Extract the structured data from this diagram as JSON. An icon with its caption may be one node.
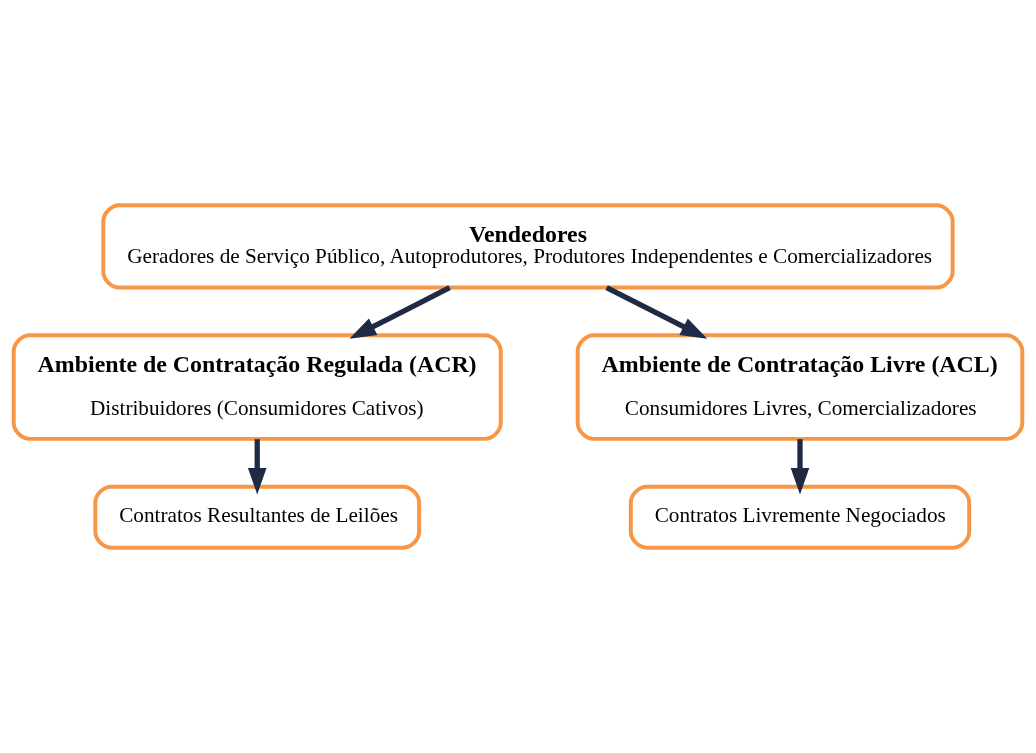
{
  "diagram": {
    "nodes": [
      {
        "text": [
          "Vendedores",
          "Geradores de Serviço Público, Autoprodutores, Produtores Independentes e Comercializadores"
        ]
      },
      {
        "text": [
          "Ambiente de Contratação Regulada (ACR)",
          "Distribuidores (Consumidores Cativos)"
        ]
      },
      {
        "text": [
          "Ambiente de Contratação Livre (ACL)",
          "Consumidores Livres, Comercializadores"
        ]
      },
      {
        "text": [
          "Contratos Resultantes de Leilões"
        ]
      },
      {
        "text": [
          "Contratos Livremente Negociados"
        ]
      }
    ],
    "edges": [
      {
        "from": 0,
        "to": 1,
        "arrow": "to"
      },
      {
        "from": 0,
        "to": 2,
        "arrow": "to"
      },
      {
        "from": 1,
        "to": 3,
        "arrow": "to"
      },
      {
        "from": 2,
        "to": 4,
        "arrow": "to"
      }
    ]
  }
}
